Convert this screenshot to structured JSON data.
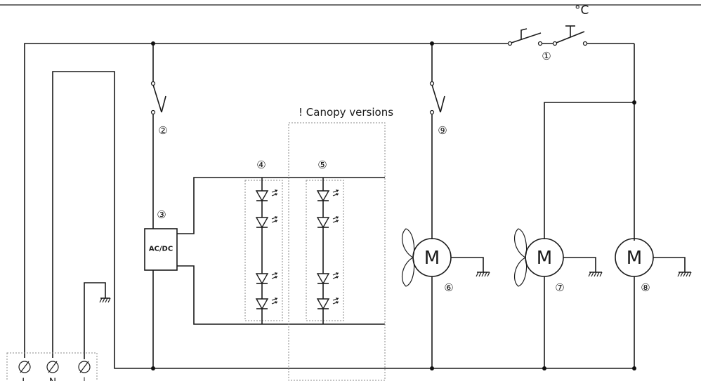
{
  "labels": {
    "thermostat_unit": "°C",
    "canopy_note": "! Canopy versions",
    "psu": "AC/DC",
    "motor": "M",
    "terminal_l": "L",
    "terminal_n": "N",
    "terminal_earth": "⏚"
  },
  "markers": {
    "thermostat": "①",
    "switch_light": "②",
    "power_supply": "③",
    "led_strip_main": "④",
    "led_strip_canopy": "⑤",
    "fan_motor_1": "⑥",
    "fan_motor_2": "⑦",
    "compressor_motor": "⑧",
    "switch_fan": "⑨"
  }
}
